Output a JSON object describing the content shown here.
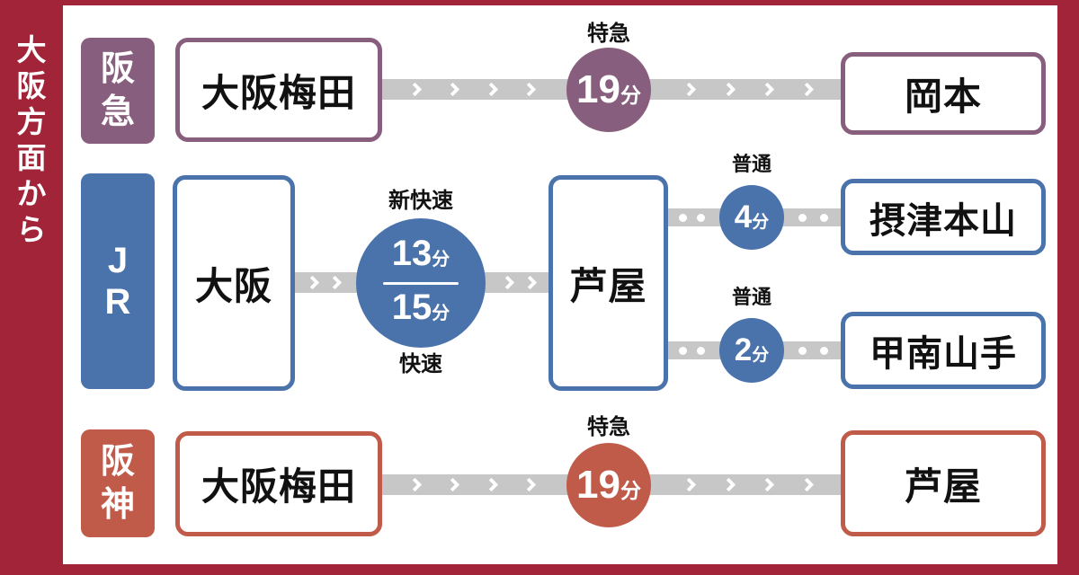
{
  "sidebar": {
    "title": "大\n阪\n方\n面\nか\nら"
  },
  "colors": {
    "frame": "#A22438",
    "hankyu": "#875E7D",
    "jr": "#4A72AB",
    "hanshin": "#C05B4A",
    "track": "#C7C7C7",
    "station_text": "#111111"
  },
  "rows": {
    "hankyu": {
      "line_label": "阪\n急",
      "from_station": "大阪梅田",
      "train_type": "特急",
      "duration": {
        "minutes": "19",
        "unit": "分"
      },
      "to_station": "岡本"
    },
    "jr": {
      "line_label": "J\nR",
      "from_station": "大阪",
      "train_type_fast": "新快速",
      "duration_fast": {
        "minutes": "13",
        "unit": "分"
      },
      "duration_rapid": {
        "minutes": "15",
        "unit": "分"
      },
      "train_type_rapid": "快速",
      "via_station": "芦屋",
      "branches": [
        {
          "train_type": "普通",
          "duration": {
            "minutes": "4",
            "unit": "分"
          },
          "to_station": "摂津本山"
        },
        {
          "train_type": "普通",
          "duration": {
            "minutes": "2",
            "unit": "分"
          },
          "to_station": "甲南山手"
        }
      ]
    },
    "hanshin": {
      "line_label": "阪\n神",
      "from_station": "大阪梅田",
      "train_type": "特急",
      "duration": {
        "minutes": "19",
        "unit": "分"
      },
      "to_station": "芦屋"
    }
  }
}
